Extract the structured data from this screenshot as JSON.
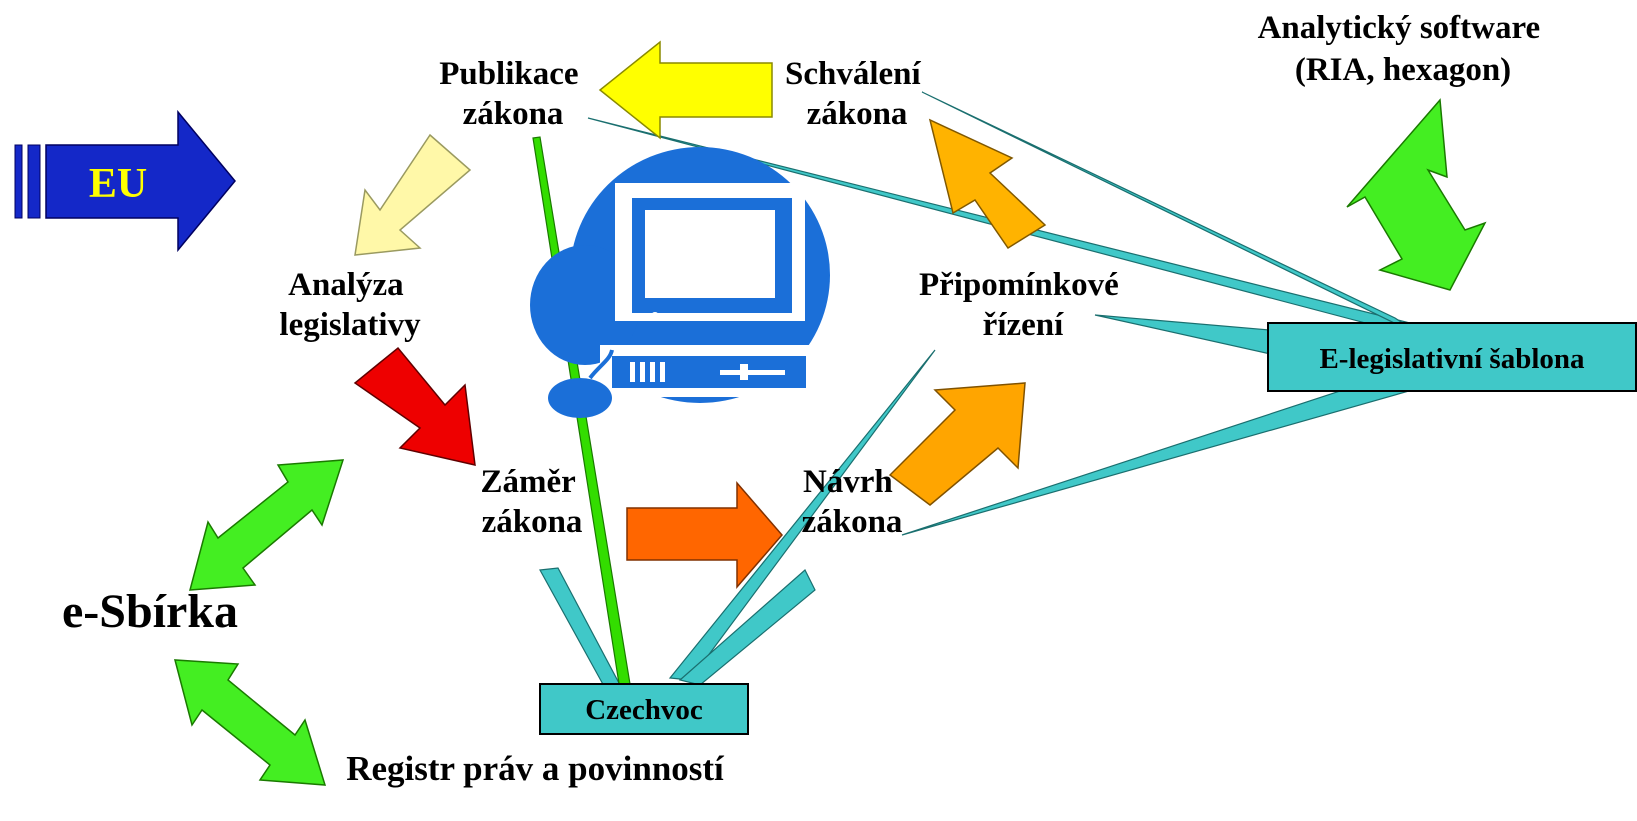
{
  "nodes": {
    "eu": "EU",
    "publikace": [
      "Publikace",
      "zákona"
    ],
    "schvaleni": [
      "Schválení",
      "zákona"
    ],
    "analyticky": [
      "Analytický software",
      "(RIA, hexagon)"
    ],
    "analyza": [
      "Analýza",
      "legislativy"
    ],
    "pripominkove": [
      "Připomínkové",
      "řízení"
    ],
    "sablona": "E-legislativní šablona",
    "zamer": [
      "Záměr",
      "zákona"
    ],
    "navrh": [
      "Návrh",
      "zákona"
    ],
    "esbirka": "e-Sbírka",
    "czechvoc": "Czechvoc",
    "registr": "Registr práv a povinností"
  },
  "colors": {
    "eu_arrow": "#1428c8",
    "eu_text": "#ffff00",
    "arrow_yellow": "#ffff00",
    "arrow_pale_yellow": "#fff8a8",
    "arrow_red": "#ee0000",
    "arrow_orange": "#ff6600",
    "arrow_light_orange": "#ffa500",
    "arrow_gold": "#ffb300",
    "bidirectional_green": "#44ee22",
    "spike_green": "#33dd00",
    "spike_teal": "#40c8c8",
    "box_teal": "#40c8c8",
    "computer_blue": "#1b6fd8"
  },
  "icons": {
    "computer": "computer-clipart-icon"
  }
}
